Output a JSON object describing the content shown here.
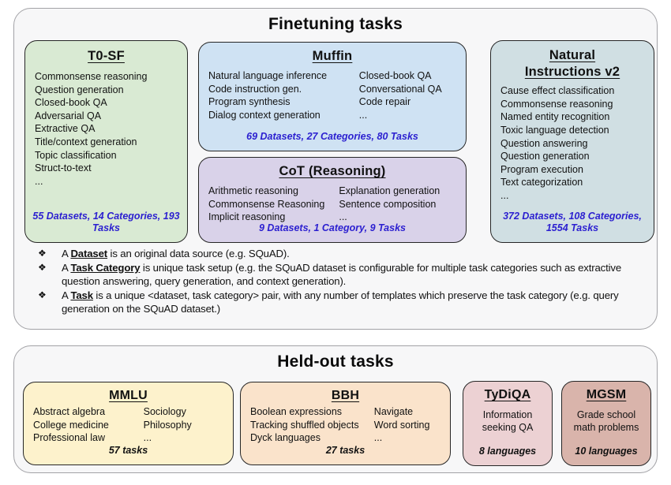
{
  "finetuning": {
    "title": "Finetuning tasks",
    "t0sf": {
      "title": "T0-SF",
      "items": [
        "Commonsense reasoning",
        "Question generation",
        "Closed-book QA",
        "Adversarial QA",
        "Extractive QA",
        "Title/context generation",
        "Topic classification",
        "Struct-to-text",
        "..."
      ],
      "stats": "55 Datasets, 14 Categories, 193 Tasks"
    },
    "muffin": {
      "title": "Muffin",
      "col1": [
        "Natural language inference",
        "Code instruction gen.",
        "Program synthesis",
        "Dialog context generation"
      ],
      "col2": [
        "Closed-book QA",
        "Conversational QA",
        "Code repair",
        "..."
      ],
      "stats": "69 Datasets, 27 Categories, 80 Tasks"
    },
    "cot": {
      "title": "CoT (Reasoning)",
      "col1": [
        "Arithmetic reasoning",
        "Commonsense Reasoning",
        "Implicit reasoning"
      ],
      "col2": [
        "Explanation generation",
        "Sentence composition",
        "..."
      ],
      "stats": "9 Datasets, 1 Category, 9 Tasks"
    },
    "niv2": {
      "title": "Natural Instructions v2",
      "items": [
        "Cause effect classification",
        "Commonsense reasoning",
        "Named entity recognition",
        "Toxic language detection",
        "Question answering",
        "Question generation",
        "Program execution",
        "Text categorization",
        "..."
      ],
      "stats": "372 Datasets, 108 Categories, 1554 Tasks"
    },
    "notes": [
      {
        "bullet": "❖",
        "prefix": "A ",
        "term": "Dataset",
        "rest": " is an original data source (e.g. SQuAD)."
      },
      {
        "bullet": "❖",
        "prefix": "A ",
        "term": "Task Category",
        "rest": " is unique task setup (e.g. the SQuAD dataset is configurable for multiple task categories such as extractive question answering, query generation, and context generation)."
      },
      {
        "bullet": "❖",
        "prefix": "A ",
        "term": "Task",
        "rest": " is a unique <dataset, task category> pair, with any number of templates which preserve the task category (e.g. query generation on the SQuAD dataset.)"
      }
    ]
  },
  "heldout": {
    "title": "Held-out tasks",
    "mmlu": {
      "title": "MMLU",
      "col1": [
        "Abstract algebra",
        "College medicine",
        "Professional law"
      ],
      "col2": [
        "Sociology",
        "Philosophy",
        "..."
      ],
      "stats": "57 tasks"
    },
    "bbh": {
      "title": "BBH",
      "col1": [
        "Boolean expressions",
        "Tracking shuffled objects",
        "Dyck languages"
      ],
      "col2": [
        "Navigate",
        "Word sorting",
        "..."
      ],
      "stats": "27 tasks"
    },
    "tydiqa": {
      "title": "TyDiQA",
      "desc": "Information seeking QA",
      "stats": "8 languages"
    },
    "mgsm": {
      "title": "MGSM",
      "desc": "Grade school math problems",
      "stats": "10 languages"
    }
  },
  "colors": {
    "t0sf_bg": "#d9ead3",
    "muffin_bg": "#cfe2f3",
    "cot_bg": "#d9d2e9",
    "niv2_bg": "#d0dfe3",
    "mmlu_bg": "#fdf2cc",
    "bbh_bg": "#fae3cb",
    "tydiqa_bg": "#ecd1d3",
    "mgsm_bg": "#d9b4ab",
    "stats_text": "#2b1fd0",
    "panel_bg": "#f7f7f8"
  }
}
